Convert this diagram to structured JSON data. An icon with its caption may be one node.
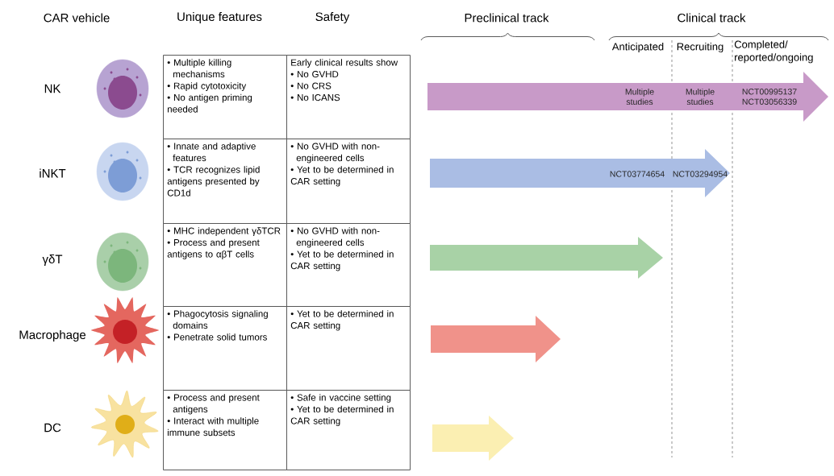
{
  "diagram": {
    "nodes": [
      {
        "text": [
          "• Multiple killing mechanisms",
          "• Rapid cytotoxicity",
          "• No antigen priming needed"
        ]
      },
      {
        "text": [
          "Early clinical results show",
          "• No GVHD",
          "• No CRS",
          "• No ICANS"
        ]
      },
      {
        "text": [
          "Multiple studies",
          "Multiple studies",
          "NCT00995137 NCT03056339"
        ]
      },
      {
        "text": [
          "• Innate and adaptive features",
          "• TCR recognizes lipid antigens presented by CD1d"
        ]
      },
      {
        "text": [
          "• No GVHD with non-engineered cells",
          "• Yet to be determined in CAR setting"
        ]
      },
      {
        "text": [
          "NCT03774654",
          "NCT03294954"
        ]
      },
      {
        "text": [
          "• MHC independent γδTCR",
          "• Process and present antigens to αβT cells"
        ]
      },
      {
        "text": [
          "• No GVHD with non-engineered cells",
          "• Yet to be determined in CAR setting"
        ]
      },
      {
        "text": [],
        "shape": "arrow"
      },
      {
        "text": [
          "• Phagocytosis signaling domains",
          "• Penetrate solid tumors"
        ]
      },
      {
        "text": [
          "• Yet to be determined in CAR setting"
        ]
      },
      {
        "text": [],
        "shape": "arrow"
      },
      {
        "text": [
          "• Process and present antigens",
          "• Interact with multiple immune subsets"
        ]
      },
      {
        "text": [
          "• Safe in vaccine setting",
          "• Yet to be determined in CAR setting"
        ]
      },
      {
        "text": [],
        "shape": "arrow"
      }
    ],
    "labels": [
      "CAR vehicle",
      "Unique features",
      "Safety",
      "Preclinical track",
      "Clinical track",
      "Anticipated",
      "Recruiting",
      "Completed/ reported/ongoing",
      "NK",
      "iNKT",
      "γδT",
      "Macrophage",
      "DC"
    ]
  }
}
